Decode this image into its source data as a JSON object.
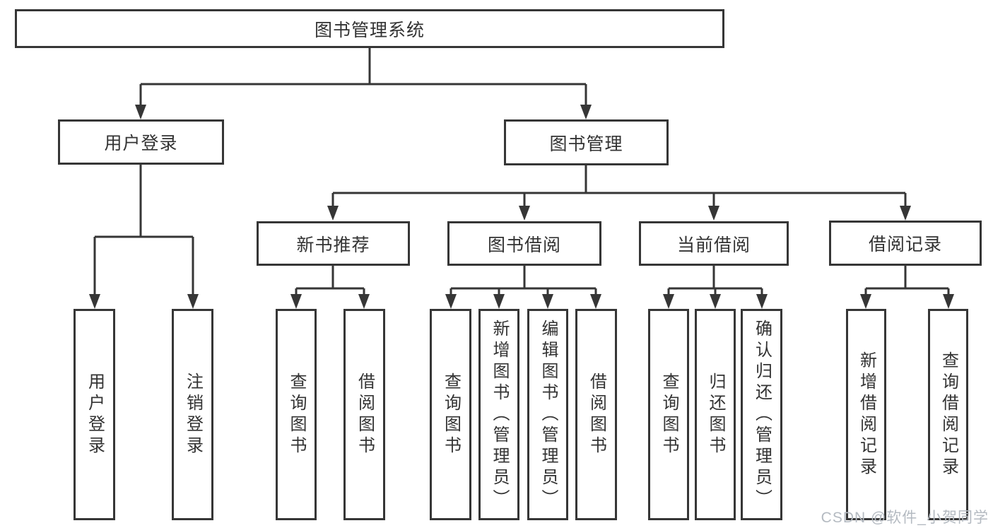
{
  "colors": {
    "line": "#363636",
    "box_border": "#363636",
    "text": "#333333",
    "watermark": "#b4bac1",
    "background": "#ffffff"
  },
  "watermark": {
    "text": "CSDN @软件_小贺同学"
  },
  "tree": {
    "label": "图书管理系统",
    "children": [
      {
        "label": "用户登录",
        "children": [
          {
            "label": "用户登录"
          },
          {
            "label": "注销登录"
          }
        ]
      },
      {
        "label": "图书管理",
        "children": [
          {
            "label": "新书推荐",
            "children": [
              {
                "label": "查询图书"
              },
              {
                "label": "借阅图书"
              }
            ]
          },
          {
            "label": "图书借阅",
            "children": [
              {
                "label": "查询图书"
              },
              {
                "label": "新增图书（管理员）"
              },
              {
                "label": "编辑图书（管理员）"
              },
              {
                "label": "借阅图书"
              }
            ]
          },
          {
            "label": "当前借阅",
            "children": [
              {
                "label": "查询图书"
              },
              {
                "label": "归还图书"
              },
              {
                "label": "确认归还（管理员）"
              }
            ]
          },
          {
            "label": "借阅记录",
            "children": [
              {
                "label": "新增借阅记录"
              },
              {
                "label": "查询借阅记录"
              }
            ]
          }
        ]
      }
    ]
  }
}
